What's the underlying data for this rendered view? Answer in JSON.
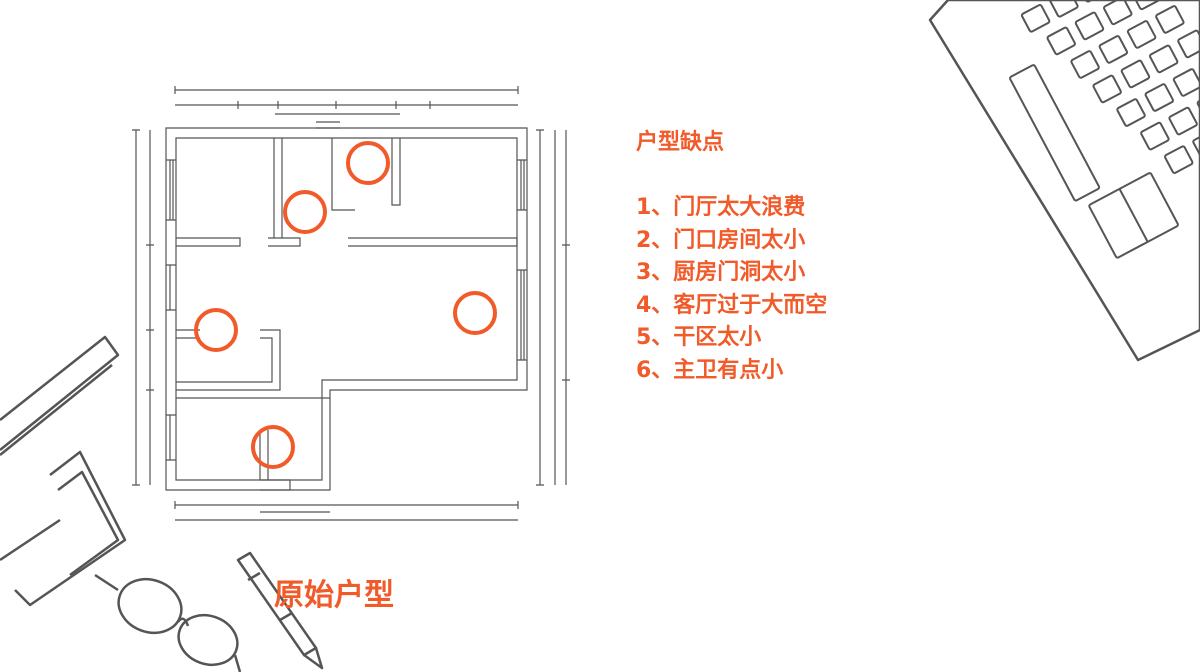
{
  "slide": {
    "heading": "户型缺点",
    "defects": [
      {
        "label": "1、门厅太大浪费"
      },
      {
        "label": "2、门口房间太小"
      },
      {
        "label": "3、厨房门洞太小"
      },
      {
        "label": "4、客厅过于大而空"
      },
      {
        "label": "5、干区太小"
      },
      {
        "label": "6、主卫有点小"
      }
    ],
    "plan_title": "原始户型"
  },
  "colors": {
    "accent": "#F15A29",
    "line": "#555555",
    "background": "#FFFFFF"
  },
  "icons": [
    "keyboard-icon",
    "laptop-icon",
    "glasses-icon",
    "pen-icon"
  ]
}
